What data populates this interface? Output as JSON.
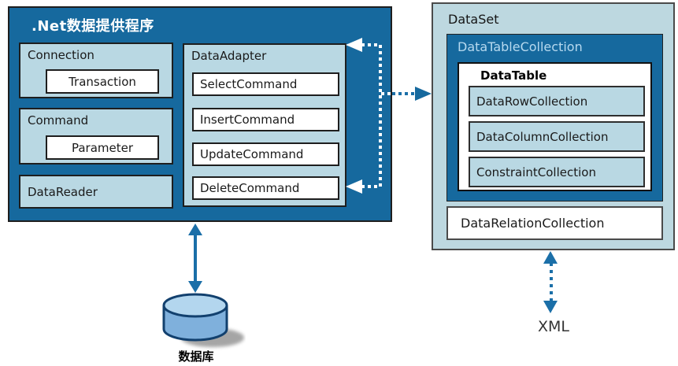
{
  "provider_panel": {
    "title": ".Net数据提供程序",
    "connection": {
      "label": "Connection",
      "child": "Transaction"
    },
    "command": {
      "label": "Command",
      "child": "Parameter"
    },
    "datareader_label": "DataReader",
    "dataadapter": {
      "label": "DataAdapter",
      "commands": [
        "SelectCommand",
        "InsertCommand",
        "UpdateCommand",
        "DeleteCommand"
      ]
    }
  },
  "dataset_panel": {
    "title": "DataSet",
    "datatable_collection": {
      "label": "DataTableCollection",
      "datatable": {
        "label": "DataTable",
        "collections": [
          "DataRowCollection",
          "DataColumnCollection",
          "ConstraintCollection"
        ]
      }
    },
    "datarelation_collection_label": "DataRelationCollection"
  },
  "database_label": "数据库",
  "xml_label": "XML",
  "colors": {
    "panel_dark_blue": "#16699E",
    "box_light_blue": "#B9D8E3",
    "dataset_background": "#BDD8E0",
    "arrow_blue": "#1B6FA8",
    "cylinder_body": "#7FB0DC",
    "cylinder_top": "#B3D6EE",
    "cylinder_outline": "#12406E",
    "dtc_label_text": "#B6D9EF"
  }
}
